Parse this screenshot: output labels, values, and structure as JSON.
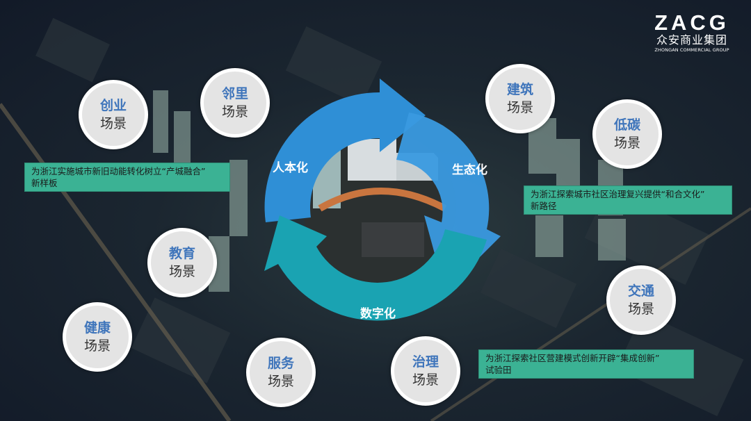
{
  "logo": {
    "mark": "ZACG",
    "name_cn": "众安商业集团",
    "name_en": "ZHONGAN COMMERCIAL GROUP"
  },
  "cycle": {
    "labels": [
      "人本化",
      "生态化",
      "数字化"
    ],
    "colors": {
      "top": "#2f8fd6",
      "bottom": "#1aa3b2"
    }
  },
  "scenes": [
    {
      "title": "创业",
      "sub": "场景"
    },
    {
      "title": "邻里",
      "sub": "场景"
    },
    {
      "title": "建筑",
      "sub": "场景"
    },
    {
      "title": "低碳",
      "sub": "场景"
    },
    {
      "title": "教育",
      "sub": "场景"
    },
    {
      "title": "交通",
      "sub": "场景"
    },
    {
      "title": "健康",
      "sub": "场景"
    },
    {
      "title": "服务",
      "sub": "场景"
    },
    {
      "title": "治理",
      "sub": "场景"
    }
  ],
  "notes": [
    {
      "line1": "为浙江实施城市新旧动能转化树立“产城融合”",
      "line2": "新样板"
    },
    {
      "line1": "为浙江探索城市社区治理复兴提供“和合文化”",
      "line2": "新路径"
    },
    {
      "line1": "为浙江探索社区营建模式创新开辟“集成创新”",
      "line2": "试验田"
    }
  ],
  "colors": {
    "note_bg": "#3bb294",
    "scene_title": "#3f75bb"
  }
}
